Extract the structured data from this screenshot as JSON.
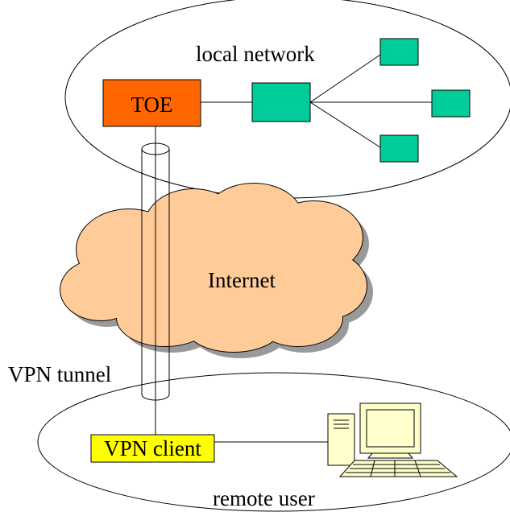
{
  "labels": {
    "local_network": "local network",
    "toe": "TOE",
    "internet": "Internet",
    "vpn_tunnel": "VPN tunnel",
    "vpn_client": "VPN client",
    "remote_user": "remote user"
  },
  "colors": {
    "toe_fill": "#ff6600",
    "node_fill": "#00cc99",
    "cloud_fill": "#ffcc99",
    "vpn_client_fill": "#ffff00",
    "computer_fill": "#ffffcc",
    "shadow": "#999999",
    "line": "#000000"
  },
  "icons": {
    "remote_computer": "desktop-computer-icon",
    "cloud": "cloud-icon"
  }
}
